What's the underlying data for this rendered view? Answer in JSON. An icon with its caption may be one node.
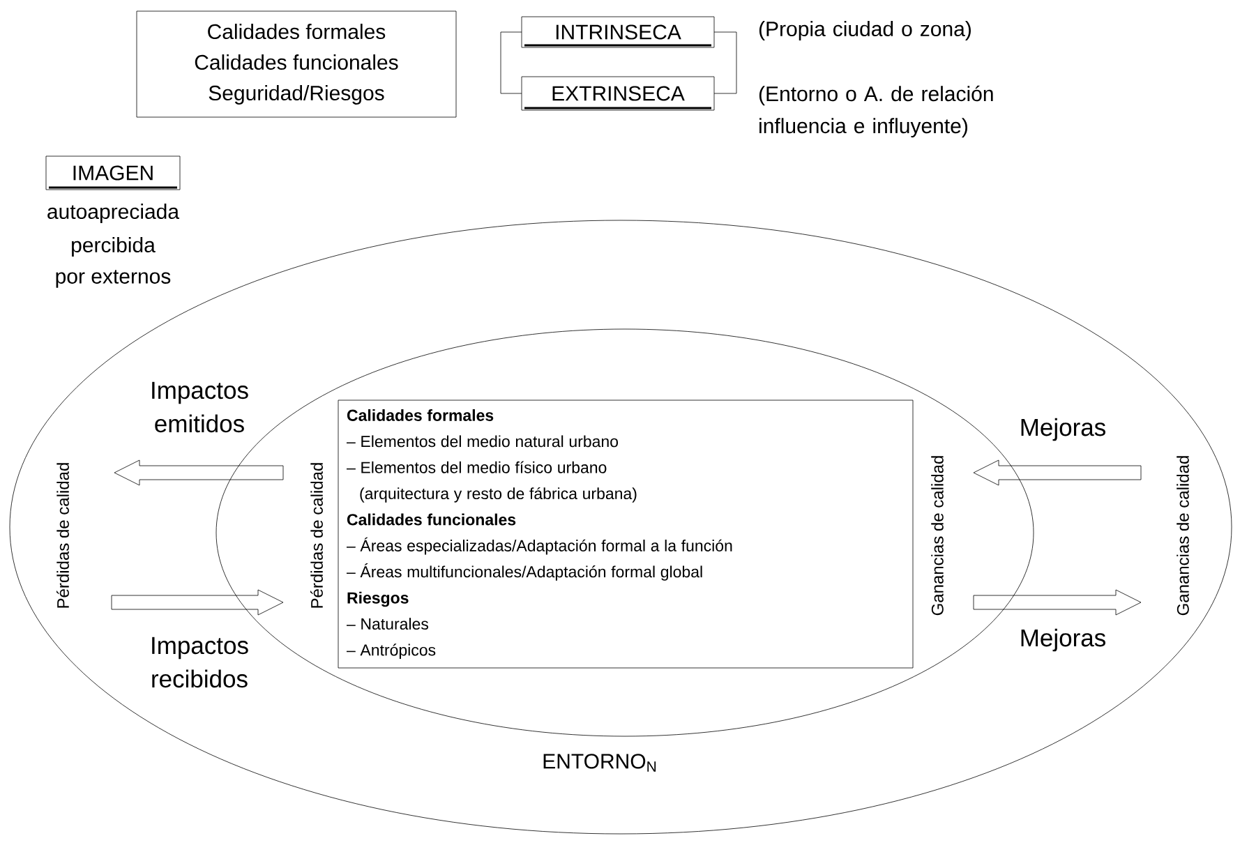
{
  "diagram": {
    "nodes": [
      {
        "text": [
          "ENTORNO$_{N}$"
        ]
      },
      {
        "text": [],
        "shape": "ellipse",
        "in": 0
      },
      {
        "text": [
          "Calidades formales",
          "– Elementos del medio natural urbano",
          "– Elementos del medio físico urbano (arquitectura y resto de fábrica urbana)",
          "Calidades funcionales",
          "– Áreas especializadas/Adaptación formal a la función",
          "– Áreas multifuncionales/Adaptación formal global",
          "Riesgos",
          "– Naturales",
          "– Antrópicos"
        ],
        "in": 1
      },
      {
        "text": [
          "Calidades formales",
          "Calidades funcionales",
          "Seguridad/Riesgos"
        ]
      },
      {
        "text": [
          "INTRINSECA"
        ],
        "beside": [
          "(Propia ciudad o zona)"
        ]
      },
      {
        "text": [
          "EXTRINSECA"
        ],
        "beside": [
          "(Entorno o A. de relación influencia e influyente)"
        ]
      },
      {
        "text": [
          "IMAGEN"
        ],
        "beside": [
          "autoapreciada",
          "percibida",
          "por externos"
        ]
      }
    ],
    "edges": [
      {
        "from": 4,
        "to": 5,
        "arrow": "none"
      },
      {
        "from": 4,
        "to": 5,
        "arrow": "none"
      }
    ],
    "labels": [
      "Impactos emitidos",
      "Mejoras",
      "Pérdidas de calidad",
      "Pérdidas de calidad",
      "Ganancias de calidad",
      "Ganancias de calidad",
      "Impactos recibidos",
      "Mejoras"
    ]
  }
}
